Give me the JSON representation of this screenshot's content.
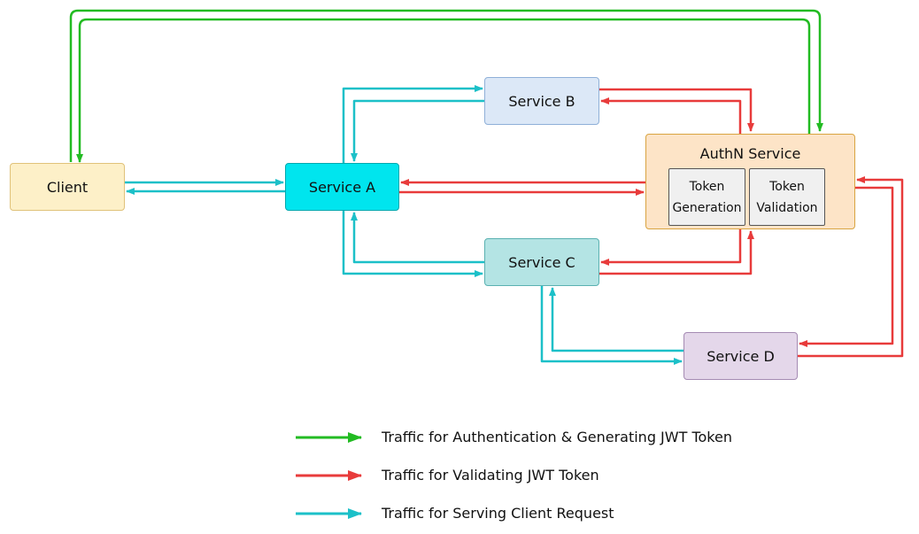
{
  "nodes": {
    "client": "Client",
    "service_a": "Service A",
    "service_b": "Service B",
    "service_c": "Service C",
    "service_d": "Service D",
    "authn": "AuthN Service",
    "token_generation": [
      "Token",
      "Generation"
    ],
    "token_validation": [
      "Token",
      "Validation"
    ]
  },
  "colors": {
    "auth_traffic": "#22bb22",
    "validate_traffic": "#e83b3b",
    "client_traffic": "#1cc0c8",
    "client_box": "#fdf0c8",
    "service_a_box": "#00e5ee",
    "service_b_box": "#dce8f7",
    "service_c_box": "#b4e4e4",
    "service_d_box": "#e4d7ea",
    "authn_box": "#fde4c7"
  },
  "legend": [
    {
      "label": "Traffic for Authentication & Generating JWT Token",
      "color_key": "auth_traffic"
    },
    {
      "label": "Traffic for Validating JWT Token",
      "color_key": "validate_traffic"
    },
    {
      "label": "Traffic for Serving Client Request",
      "color_key": "client_traffic"
    }
  ]
}
